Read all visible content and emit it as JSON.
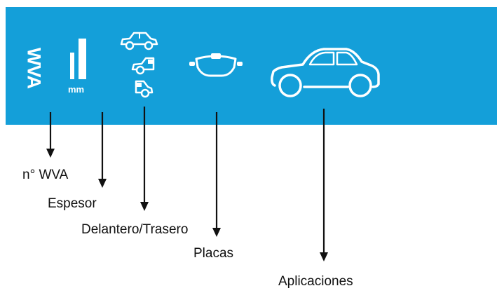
{
  "colors": {
    "banner": "#149fd9",
    "icon": "#ffffff",
    "arrow": "#111111",
    "text": "#111111"
  },
  "banner": {
    "code_label": "WVA",
    "unit_label": "mm"
  },
  "icons": [
    "thickness-gauge-icon",
    "sedan-side-icon",
    "car-front-half-icon",
    "car-rear-half-icon",
    "brake-pad-icon",
    "car-outline-icon"
  ],
  "labels": {
    "wva_number": "n° WVA",
    "thickness": "Espesor",
    "front_rear": "Delantero/Trasero",
    "pads": "Placas",
    "applications": "Aplicaciones"
  }
}
